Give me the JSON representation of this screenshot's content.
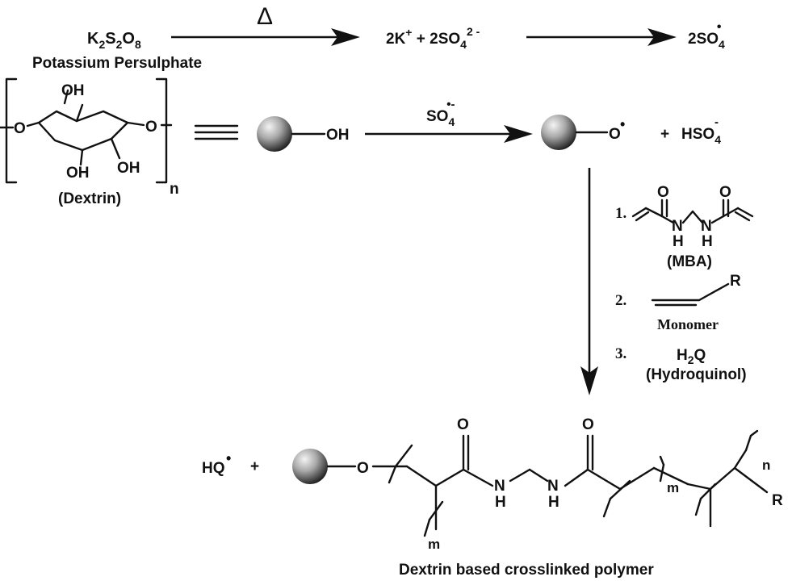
{
  "colors": {
    "ink": "#111111",
    "sphere_light": "#f2f2f2",
    "sphere_dark": "#1a1a1a",
    "background": "#ffffff"
  },
  "reaction1": {
    "reagent": [
      "K",
      "2",
      "S",
      "2",
      "O",
      "8"
    ],
    "reagent_name": "Potassium Persulphate",
    "heat_symbol": "Δ",
    "products": [
      "2K",
      "+",
      " + 2SO",
      "4",
      "2 -"
    ],
    "radical": [
      "2SO",
      "4",
      "•"
    ]
  },
  "dextrin": {
    "oh_top": "OH",
    "oh_left": "O",
    "oh_right": "O",
    "oh_bottom_left": "OH",
    "oh_bottom_right": "OH",
    "repeat_subscript": "n",
    "name": "(Dextrin)"
  },
  "reaction2": {
    "hydroxyl": "OH",
    "reagent": [
      "SO",
      "4",
      "•-"
    ],
    "product_o": "O",
    "radical_dot": "•",
    "plus": "+",
    "byproduct": [
      "HSO",
      "4",
      "-"
    ]
  },
  "steps": {
    "step1_num": "1.",
    "mba_o_left": "O",
    "mba_o_right": "O",
    "mba_nh_left": [
      "N",
      "H"
    ],
    "mba_nh_right": [
      "N",
      "H"
    ],
    "mba_name": "(MBA)",
    "step2_num": "2.",
    "monomer_r": "R",
    "monomer_name": "Monomer",
    "step3_num": "3.",
    "h2q": [
      "H",
      "2",
      "Q"
    ],
    "h2q_name": "(Hydroquinol)"
  },
  "product": {
    "hq": "HQ",
    "hq_dot": "•",
    "plus": "+",
    "o_link": "O",
    "carbonyl_left": "O",
    "carbonyl_right": "O",
    "nh_left": [
      "N",
      "H"
    ],
    "nh_right": [
      "N",
      "H"
    ],
    "sub_m_left": "m",
    "sub_m_right": "m",
    "sub_n": "n",
    "end_r": "R",
    "name": "Dextrin based crosslinked polymer"
  }
}
